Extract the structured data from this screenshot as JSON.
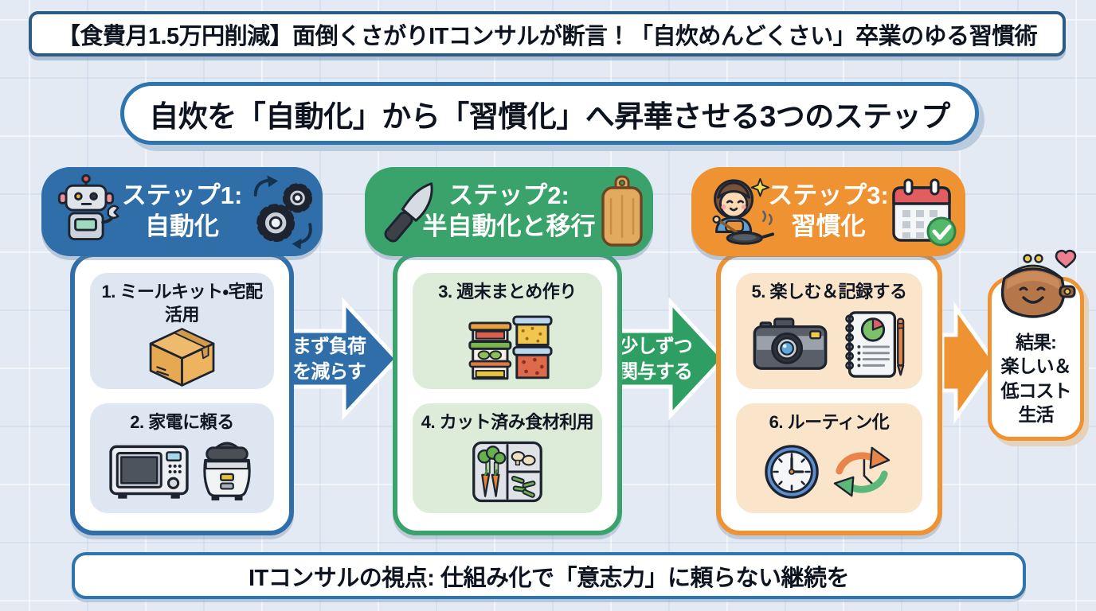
{
  "top_banner": {
    "text": "【食費月1.5万円削減】面倒くさがりITコンサルが断言！「自炊めんどくさい」卒業のゆる習慣術"
  },
  "title": {
    "text": "自炊を「自動化」から「習慣化」へ昇華させる3つのステップ"
  },
  "steps": [
    {
      "header_line1": "ステップ1:",
      "header_line2": "自動化",
      "color": "#2f6ea8",
      "card_bg": "#dde6f1",
      "header_icons": [
        "robot-icon",
        "gears-icon"
      ],
      "items": [
        {
          "title": "1. ミールキット・宅配活用",
          "icon": "cardboard-box-icon"
        },
        {
          "title": "2. 家電に頼る",
          "icon": "microwave-icon + rice-cooker-icon"
        }
      ]
    },
    {
      "header_line1": "ステップ2:",
      "header_line2": "半自動化と移行",
      "color": "#3aa36b",
      "card_bg": "#dcecd8",
      "header_icons": [
        "knife-icon",
        "cutting-board-icon"
      ],
      "items": [
        {
          "title": "3. 週末まとめ作り",
          "icon": "meal-prep-containers-icon"
        },
        {
          "title": "4. カット済み食材利用",
          "icon": "cut-vegetables-tray-icon"
        }
      ]
    },
    {
      "header_line1": "ステップ3:",
      "header_line2": "習慣化",
      "color": "#ee9232",
      "card_bg": "#fbe5ca",
      "header_icons": [
        "cooking-woman-icon",
        "calendar-check-icon"
      ],
      "items": [
        {
          "title": "5. 楽しむ＆記録する",
          "icon": "camera-icon + journal-icon"
        },
        {
          "title": "6. ルーティン化",
          "icon": "clock-icon + repeat-icon"
        }
      ]
    }
  ],
  "arrows": [
    {
      "line1": "まず負荷",
      "line2": "を減らす",
      "color": "#2f6ea8"
    },
    {
      "line1": "少しずつ",
      "line2": "関与する",
      "color": "#2f9e62"
    },
    {
      "label": "",
      "color": "#ee9232"
    }
  ],
  "result": {
    "line1": "結果:",
    "line2": "楽しい＆",
    "line3": "低コスト",
    "line4": "生活",
    "icon": "coin-purse-icon",
    "accent": "#ee9232"
  },
  "bottom_banner": {
    "text": "ITコンサルの視点: 仕組み化で「意志力」に頼らない継続を"
  },
  "colors": {
    "background": "#e3eaf4",
    "top_banner_border": "#2b5c85",
    "pill_border": "#2e74ae",
    "step1_blue": "#2f6ea8",
    "step2_green": "#3aa36b",
    "step3_orange": "#ee9232",
    "arrow_green": "#2f9e62"
  }
}
